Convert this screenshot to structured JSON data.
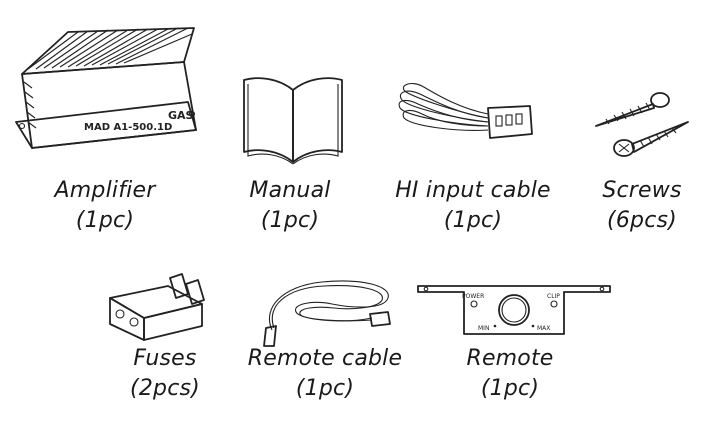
{
  "items": [
    {
      "id": "amplifier",
      "name": "Amplifier",
      "qty": "(1pc)"
    },
    {
      "id": "manual",
      "name": "Manual",
      "qty": "(1pc)"
    },
    {
      "id": "hi-input-cable",
      "name": "HI input cable",
      "qty": "(1pc)"
    },
    {
      "id": "screws",
      "name": "Screws",
      "qty": "(6pcs)"
    },
    {
      "id": "fuses",
      "name": "Fuses",
      "qty": "(2pcs)"
    },
    {
      "id": "remote-cable",
      "name": "Remote cable",
      "qty": "(1pc)"
    },
    {
      "id": "remote",
      "name": "Remote",
      "qty": "(1pc)"
    }
  ],
  "amplifier": {
    "brand": "GAS",
    "model": "MAD A1-500.1D"
  },
  "remote": {
    "power_label": "POWER",
    "clip_label": "CLIP",
    "min_label": "MIN",
    "max_label": "MAX"
  }
}
